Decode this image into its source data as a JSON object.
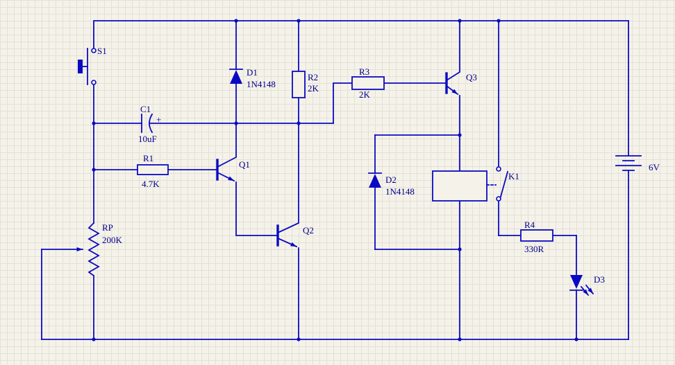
{
  "schematic": {
    "colors": {
      "wire": "#0a0ac2",
      "label": "#00008b",
      "background": "#f5f2ea",
      "grid": "#e3e0d6"
    },
    "components": {
      "s1": {
        "ref": "S1"
      },
      "c1": {
        "ref": "C1",
        "value": "10uF",
        "polarity_mark": "+"
      },
      "r1": {
        "ref": "R1",
        "value": "4.7K"
      },
      "rp": {
        "ref": "RP",
        "value": "200K"
      },
      "d1": {
        "ref": "D1",
        "value": "1N4148"
      },
      "r2": {
        "ref": "R2",
        "value": "2K"
      },
      "q1": {
        "ref": "Q1"
      },
      "q2": {
        "ref": "Q2"
      },
      "r3": {
        "ref": "R3",
        "value": "2K"
      },
      "q3": {
        "ref": "Q3"
      },
      "d2": {
        "ref": "D2",
        "value": "1N4148"
      },
      "k1": {
        "ref": "K1"
      },
      "r4": {
        "ref": "R4",
        "value": "330R"
      },
      "d3": {
        "ref": "D3"
      },
      "bt1": {
        "ref": "6V"
      }
    }
  }
}
